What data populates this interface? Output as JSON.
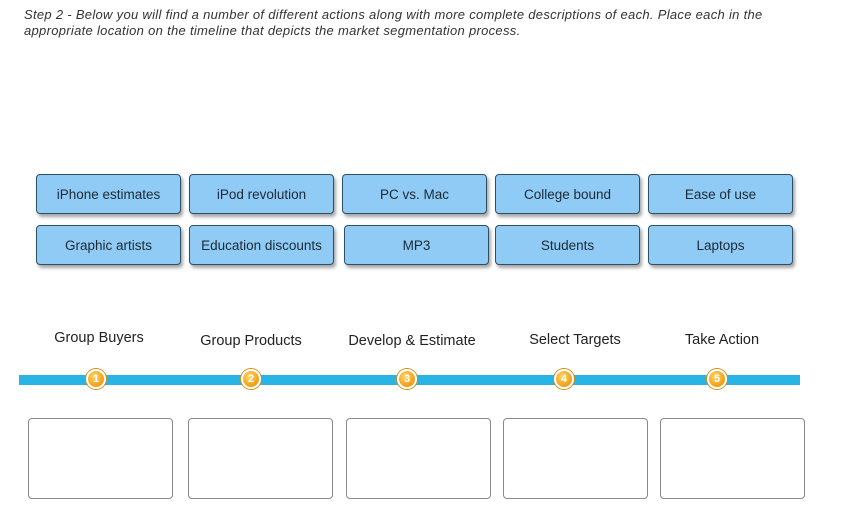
{
  "instructions": "Step 2 - Below you will find a number of different actions along with more complete descriptions of each. Place each in the appropriate location on the timeline that depicts the market segmentation process.",
  "cards_row1": [
    "iPhone estimates",
    "iPod revolution",
    "PC vs. Mac",
    "College bound",
    "Ease of use"
  ],
  "cards_row2": [
    "Graphic artists",
    "Education discounts",
    "MP3",
    "Students",
    "Laptops"
  ],
  "steps": [
    {
      "label": "Group Buyers",
      "number": "1"
    },
    {
      "label": "Group Products",
      "number": "2"
    },
    {
      "label": "Develop & Estimate",
      "number": "3"
    },
    {
      "label": "Select Targets",
      "number": "4"
    },
    {
      "label": "Take Action",
      "number": "5"
    }
  ],
  "colors": {
    "card_fill": "#8fcbf5",
    "timeline": "#29b4e6",
    "marker": "#f4a51c"
  }
}
